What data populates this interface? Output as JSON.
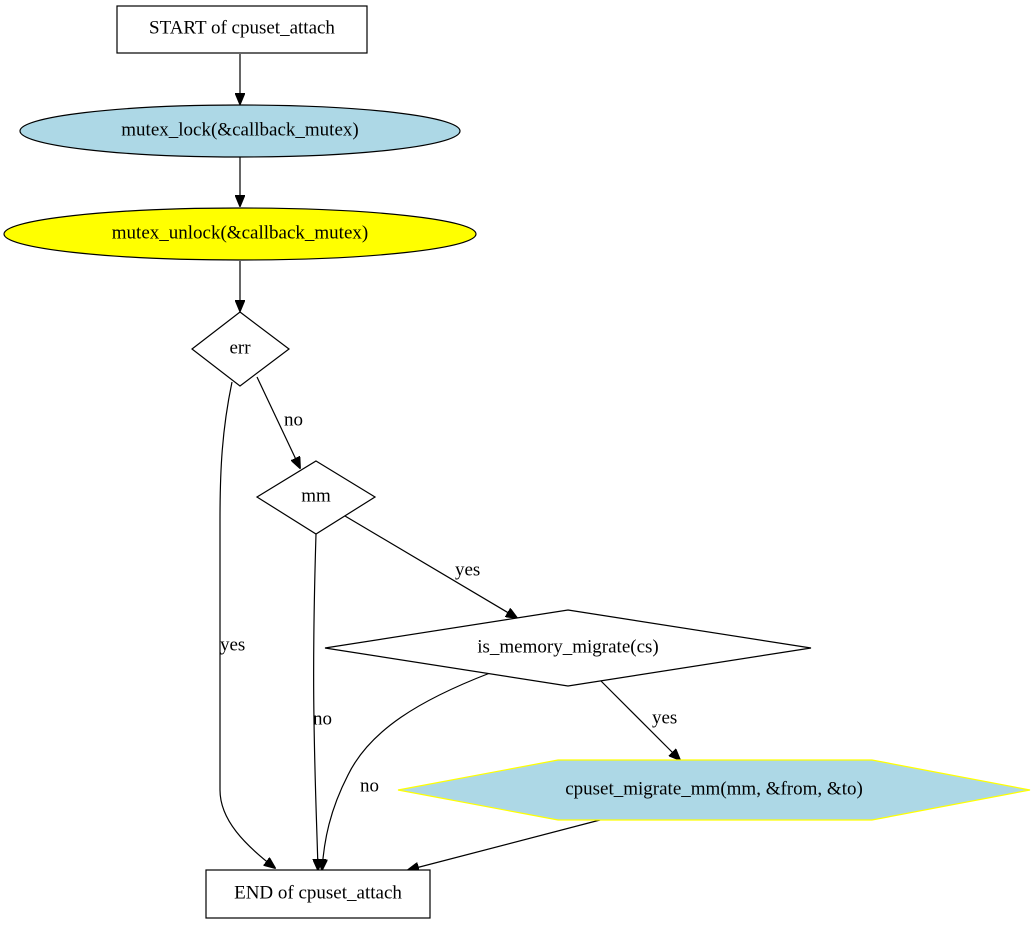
{
  "diagram": {
    "nodes": [
      {
        "id": "start",
        "label": "START of cpuset_attach",
        "shape": "box",
        "fill": "#ffffff",
        "stroke": "#000000"
      },
      {
        "id": "lock",
        "label": "mutex_lock(&callback_mutex)",
        "shape": "ellipse",
        "fill": "#add8e6",
        "stroke": "#000000"
      },
      {
        "id": "unlock",
        "label": "mutex_unlock(&callback_mutex)",
        "shape": "ellipse",
        "fill": "#ffff00",
        "stroke": "#000000"
      },
      {
        "id": "err",
        "label": "err",
        "shape": "diamond",
        "fill": "#ffffff",
        "stroke": "#000000"
      },
      {
        "id": "mm",
        "label": "mm",
        "shape": "diamond",
        "fill": "#ffffff",
        "stroke": "#000000"
      },
      {
        "id": "migrate_check",
        "label": "is_memory_migrate(cs)",
        "shape": "diamond",
        "fill": "#ffffff",
        "stroke": "#000000"
      },
      {
        "id": "migrate_mm",
        "label": "cpuset_migrate_mm(mm, &from, &to)",
        "shape": "hexagon",
        "fill": "#add8e6",
        "stroke": "#ffff00"
      },
      {
        "id": "end",
        "label": "END of cpuset_attach",
        "shape": "box",
        "fill": "#ffffff",
        "stroke": "#000000"
      }
    ],
    "edges": [
      {
        "id": "start-lock",
        "from": "start",
        "to": "lock",
        "label": ""
      },
      {
        "id": "lock-unlock",
        "from": "lock",
        "to": "unlock",
        "label": ""
      },
      {
        "id": "unlock-err",
        "from": "unlock",
        "to": "err",
        "label": ""
      },
      {
        "id": "err-mm",
        "from": "err",
        "to": "mm",
        "label": "no"
      },
      {
        "id": "err-end",
        "from": "err",
        "to": "end",
        "label": "yes"
      },
      {
        "id": "mm-migrate_check",
        "from": "mm",
        "to": "migrate_check",
        "label": "yes"
      },
      {
        "id": "mm-end",
        "from": "mm",
        "to": "end",
        "label": "no"
      },
      {
        "id": "migrate_check-migrate_mm",
        "from": "migrate_check",
        "to": "migrate_mm",
        "label": "yes"
      },
      {
        "id": "migrate_check-end",
        "from": "migrate_check",
        "to": "end",
        "label": "no"
      },
      {
        "id": "migrate_mm-end",
        "from": "migrate_mm",
        "to": "end",
        "label": ""
      }
    ]
  }
}
